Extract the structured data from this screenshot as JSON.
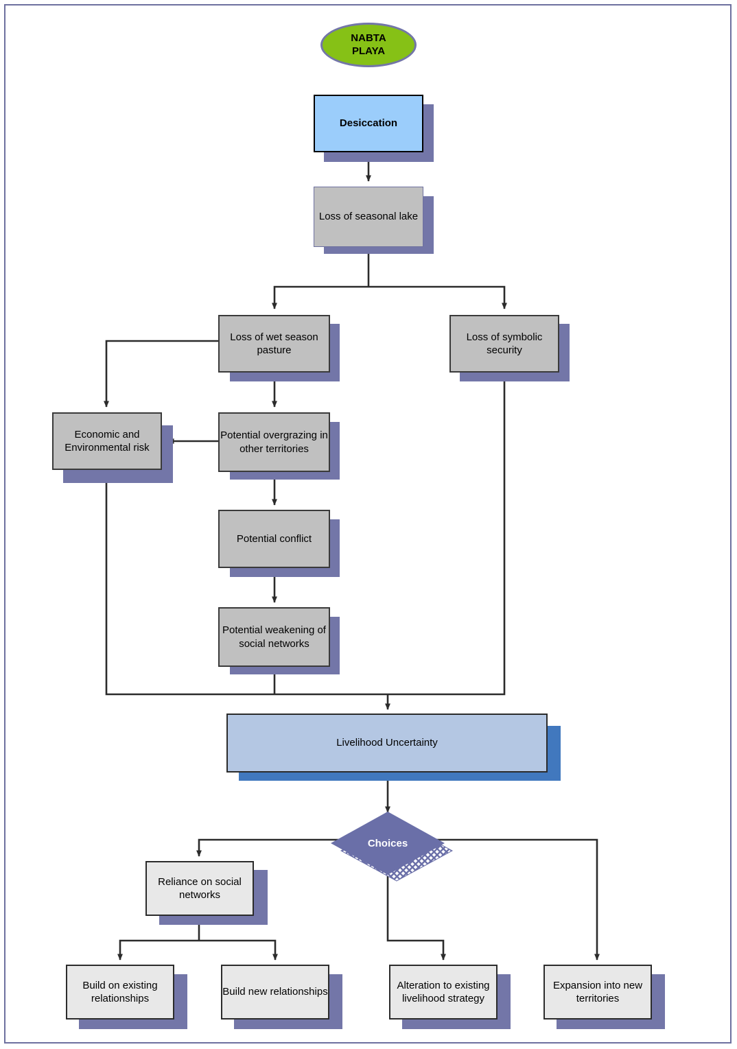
{
  "diagram": {
    "title": "Nabta Playa desiccation consequence flowchart",
    "start": {
      "label": "NABTA\nPLAYA",
      "line1": "NABTA",
      "line2": "PLAYA"
    },
    "colors": {
      "frame_border": "#6d709f",
      "start_fill": "#86c116",
      "start_border": "#7376a8",
      "primary_fill": "#9bcdfb",
      "process_fill": "#c0c0c0",
      "outcome_fill": "#b4c7e3",
      "choice_fill": "#6a6fa8",
      "leaf_fill": "#e8e8e8",
      "shadow_purple": "#7376a8",
      "shadow_blue": "#4178be",
      "connector": "#2b2b2b"
    },
    "nodes": {
      "desiccation": {
        "label": "Desiccation",
        "shape": "rectangle"
      },
      "loss_seasonal_lake": {
        "label": "Loss of seasonal lake",
        "shape": "rectangle"
      },
      "loss_wet_season_pasture": {
        "label": "Loss of wet season pasture",
        "shape": "rectangle"
      },
      "loss_symbolic_security": {
        "label": "Loss of symbolic security",
        "shape": "rectangle"
      },
      "economic_environmental_risk": {
        "label": "Economic and Environmental risk",
        "shape": "rectangle"
      },
      "potential_overgrazing": {
        "label": "Potential overgrazing in other territories",
        "shape": "rectangle"
      },
      "potential_conflict": {
        "label": "Potential conflict",
        "shape": "rectangle"
      },
      "potential_weakening": {
        "label": "Potential weakening of social networks",
        "shape": "rectangle"
      },
      "livelihood_uncertainty": {
        "label": "Livelihood Uncertainty",
        "shape": "rectangle"
      },
      "choices": {
        "label": "Choices",
        "shape": "diamond"
      },
      "reliance_social_networks": {
        "label": "Reliance on social networks",
        "shape": "rectangle"
      },
      "build_existing_relationships": {
        "label": "Build on existing relationships",
        "shape": "rectangle"
      },
      "build_new_relationships": {
        "label": "Build new relationships",
        "shape": "rectangle"
      },
      "alteration_livelihood_strategy": {
        "label": "Alteration to existing livelihood strategy",
        "shape": "rectangle"
      },
      "expansion_new_territories": {
        "label": "Expansion into new territories",
        "shape": "rectangle"
      }
    },
    "edges": [
      {
        "from": "desiccation",
        "to": "loss_seasonal_lake"
      },
      {
        "from": "loss_seasonal_lake",
        "to": "loss_wet_season_pasture"
      },
      {
        "from": "loss_seasonal_lake",
        "to": "loss_symbolic_security"
      },
      {
        "from": "loss_wet_season_pasture",
        "to": "economic_environmental_risk"
      },
      {
        "from": "loss_wet_season_pasture",
        "to": "potential_overgrazing"
      },
      {
        "from": "potential_overgrazing",
        "to": "economic_environmental_risk"
      },
      {
        "from": "potential_overgrazing",
        "to": "potential_conflict"
      },
      {
        "from": "potential_conflict",
        "to": "potential_weakening"
      },
      {
        "from": "economic_environmental_risk",
        "to": "livelihood_uncertainty"
      },
      {
        "from": "potential_weakening",
        "to": "livelihood_uncertainty"
      },
      {
        "from": "loss_symbolic_security",
        "to": "livelihood_uncertainty"
      },
      {
        "from": "livelihood_uncertainty",
        "to": "choices"
      },
      {
        "from": "choices",
        "to": "reliance_social_networks"
      },
      {
        "from": "choices",
        "to": "alteration_livelihood_strategy"
      },
      {
        "from": "choices",
        "to": "expansion_new_territories"
      },
      {
        "from": "reliance_social_networks",
        "to": "build_existing_relationships"
      },
      {
        "from": "reliance_social_networks",
        "to": "build_new_relationships"
      }
    ]
  }
}
